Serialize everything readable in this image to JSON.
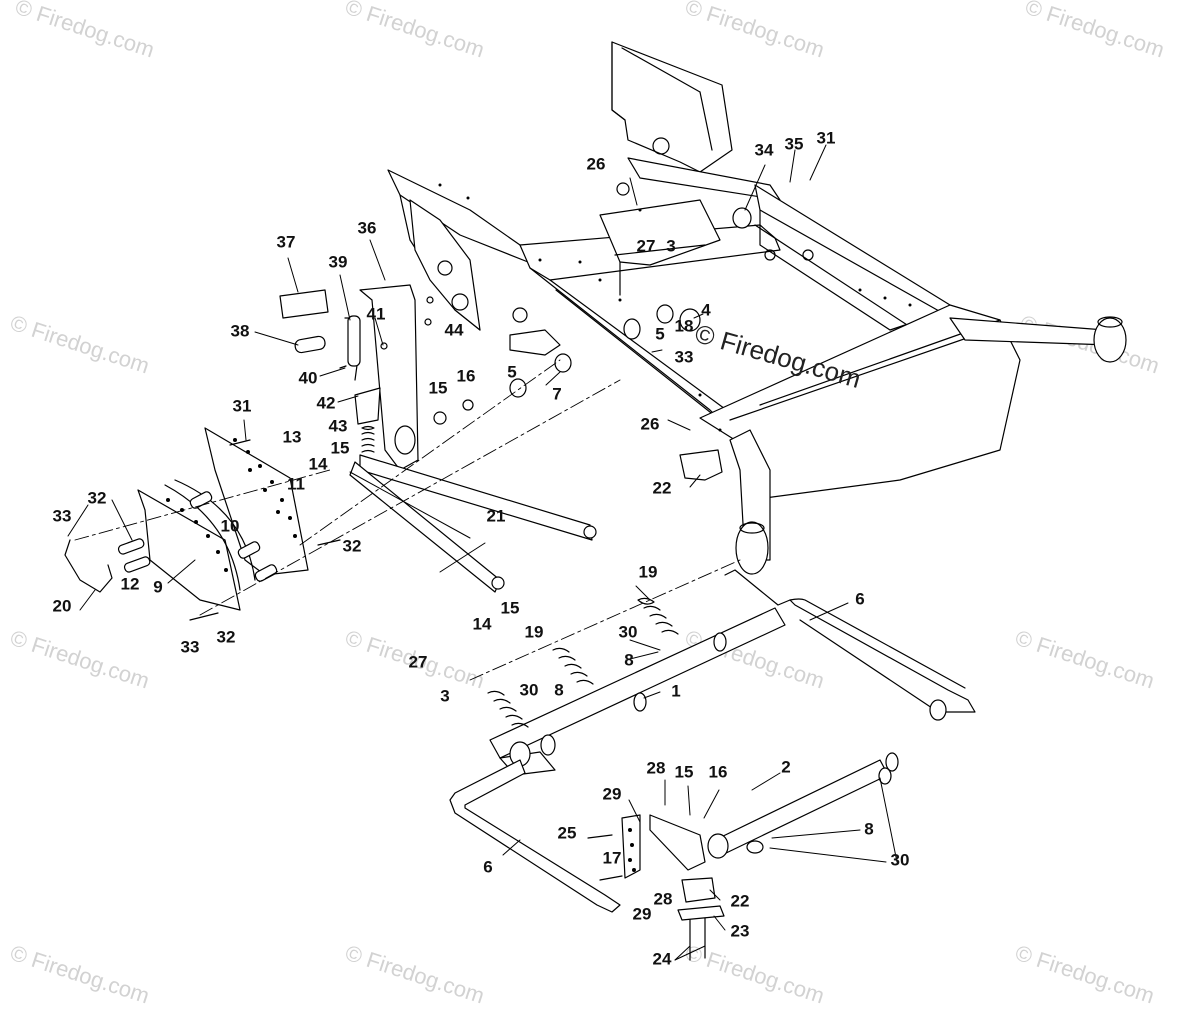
{
  "watermark": {
    "text": "© Firedog.com",
    "center_text": "© Firedog.com"
  },
  "callouts": [
    {
      "id": "c37",
      "label": "37"
    },
    {
      "id": "c36",
      "label": "36"
    },
    {
      "id": "c39",
      "label": "39"
    },
    {
      "id": "c38",
      "label": "38"
    },
    {
      "id": "c41",
      "label": "41"
    },
    {
      "id": "c44",
      "label": "44"
    },
    {
      "id": "c40",
      "label": "40"
    },
    {
      "id": "c42",
      "label": "42"
    },
    {
      "id": "c43",
      "label": "43"
    },
    {
      "id": "c15a",
      "label": "15"
    },
    {
      "id": "c16a",
      "label": "16"
    },
    {
      "id": "c15b",
      "label": "15"
    },
    {
      "id": "c14a",
      "label": "14"
    },
    {
      "id": "c31a",
      "label": "31"
    },
    {
      "id": "c13",
      "label": "13"
    },
    {
      "id": "c11",
      "label": "11"
    },
    {
      "id": "c32a",
      "label": "32"
    },
    {
      "id": "c33a",
      "label": "33"
    },
    {
      "id": "c10",
      "label": "10"
    },
    {
      "id": "c12",
      "label": "12"
    },
    {
      "id": "c9",
      "label": "9"
    },
    {
      "id": "c20",
      "label": "20"
    },
    {
      "id": "c32b",
      "label": "32"
    },
    {
      "id": "c33b",
      "label": "33"
    },
    {
      "id": "c32c",
      "label": "32"
    },
    {
      "id": "c21",
      "label": "21"
    },
    {
      "id": "c14b",
      "label": "14"
    },
    {
      "id": "c15c",
      "label": "15"
    },
    {
      "id": "c26a",
      "label": "26"
    },
    {
      "id": "c27a",
      "label": "27"
    },
    {
      "id": "c3a",
      "label": "3"
    },
    {
      "id": "c34",
      "label": "34"
    },
    {
      "id": "c35",
      "label": "35"
    },
    {
      "id": "c31b",
      "label": "31"
    },
    {
      "id": "c4",
      "label": "4"
    },
    {
      "id": "c18",
      "label": "18"
    },
    {
      "id": "c5a",
      "label": "5"
    },
    {
      "id": "c33c",
      "label": "33"
    },
    {
      "id": "c5b",
      "label": "5"
    },
    {
      "id": "c7",
      "label": "7"
    },
    {
      "id": "c26b",
      "label": "26"
    },
    {
      "id": "c22a",
      "label": "22"
    },
    {
      "id": "c19a",
      "label": "19"
    },
    {
      "id": "c6a",
      "label": "6"
    },
    {
      "id": "c19b",
      "label": "19"
    },
    {
      "id": "c30a",
      "label": "30"
    },
    {
      "id": "c8a",
      "label": "8"
    },
    {
      "id": "c27b",
      "label": "27"
    },
    {
      "id": "c3b",
      "label": "3"
    },
    {
      "id": "c30b",
      "label": "30"
    },
    {
      "id": "c8b",
      "label": "8"
    },
    {
      "id": "c1",
      "label": "1"
    },
    {
      "id": "c2",
      "label": "2"
    },
    {
      "id": "c28a",
      "label": "28"
    },
    {
      "id": "c15d",
      "label": "15"
    },
    {
      "id": "c16b",
      "label": "16"
    },
    {
      "id": "c29a",
      "label": "29"
    },
    {
      "id": "c25",
      "label": "25"
    },
    {
      "id": "c17",
      "label": "17"
    },
    {
      "id": "c8c",
      "label": "8"
    },
    {
      "id": "c30c",
      "label": "30"
    },
    {
      "id": "c6b",
      "label": "6"
    },
    {
      "id": "c28b",
      "label": "28"
    },
    {
      "id": "c29b",
      "label": "29"
    },
    {
      "id": "c22b",
      "label": "22"
    },
    {
      "id": "c23",
      "label": "23"
    },
    {
      "id": "c24",
      "label": "24"
    }
  ]
}
